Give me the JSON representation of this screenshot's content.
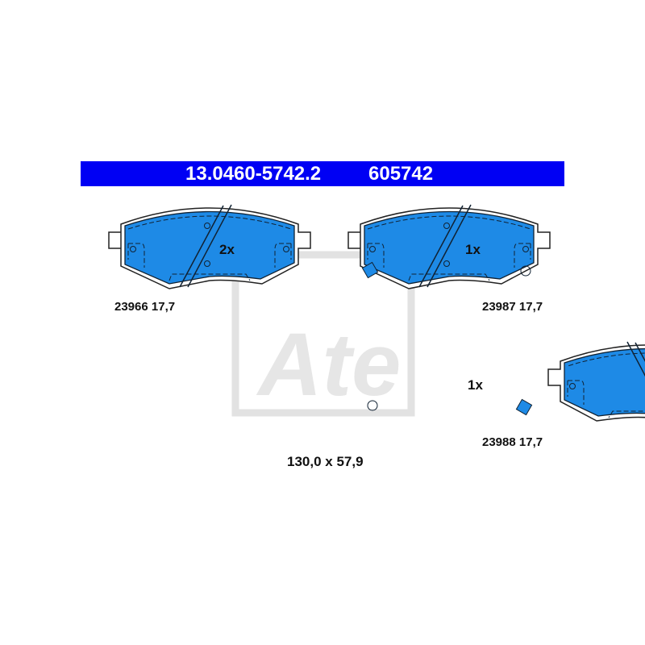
{
  "header": {
    "part_number": "13.0460-5742.2",
    "article_number": "605742"
  },
  "colors": {
    "band": "#0000f4",
    "pad": "#1e8ae6",
    "watermark": "#e2e2e2"
  },
  "watermark": {
    "logo": "Ate"
  },
  "pads": [
    {
      "quantity": "2x",
      "code": "23966",
      "thickness": "17,7"
    },
    {
      "quantity": "1x",
      "code": "23987",
      "thickness": "17,7"
    },
    {
      "quantity": "1x",
      "code": "23988",
      "thickness": "17,7"
    }
  ],
  "dimensions": "130,0 x 57,9"
}
